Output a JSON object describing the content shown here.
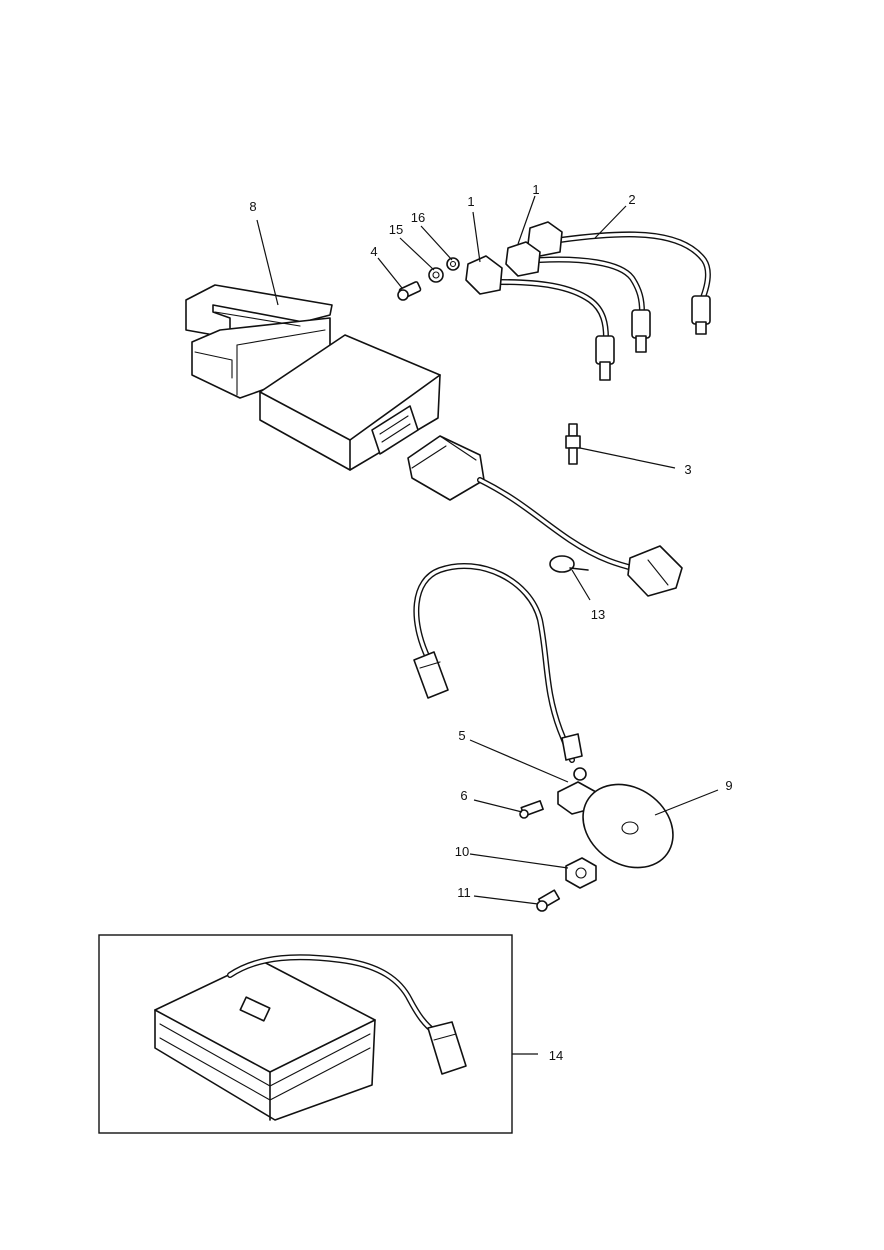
{
  "callouts": {
    "c1a": "1",
    "c1b": "1",
    "c2": "2",
    "c3": "3",
    "c4": "4",
    "c5": "5",
    "c6": "6",
    "c8": "8",
    "c9": "9",
    "c10": "10",
    "c11": "11",
    "c13": "13",
    "c14": "14",
    "c15": "15",
    "c16": "16"
  }
}
